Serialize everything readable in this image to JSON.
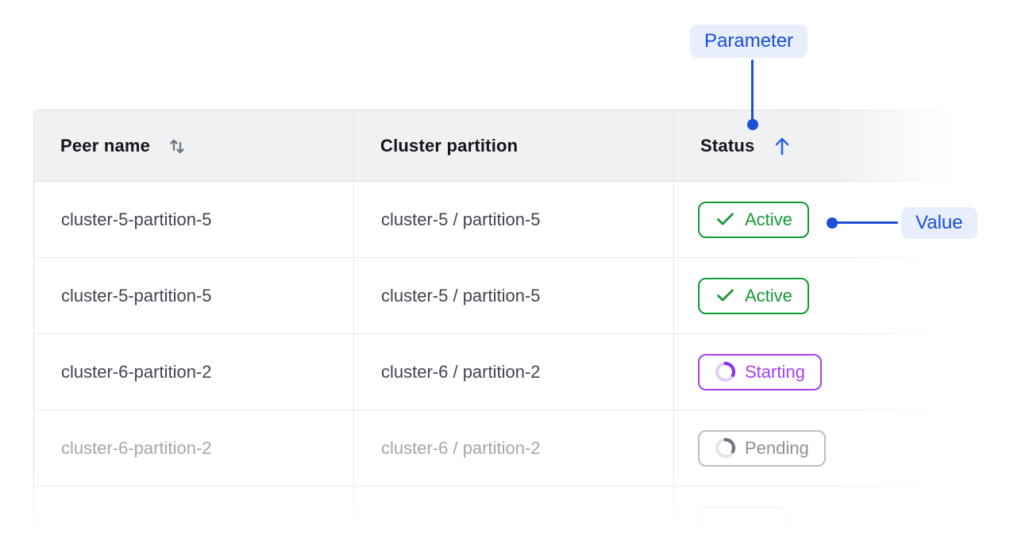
{
  "annotations": {
    "parameter_label": "Parameter",
    "value_label": "Value",
    "accent_color": "#1b4fd8",
    "pill_background": "#e8eefb"
  },
  "table": {
    "columns": [
      {
        "label": "Peer name",
        "sort_icon": "sort-vertical-icon",
        "sort_state": "sortable"
      },
      {
        "label": "Cluster partition",
        "sort_icon": null,
        "sort_state": "none"
      },
      {
        "label": "Status",
        "sort_icon": "arrow-up-icon",
        "sort_state": "ascending"
      }
    ],
    "rows": [
      {
        "peer": "cluster-5-partition-5",
        "partition": "cluster-5 / partition-5",
        "status": "Active",
        "kind": "active",
        "status_icon": "check-icon",
        "faded": false
      },
      {
        "peer": "cluster-5-partition-5",
        "partition": "cluster-5 / partition-5",
        "status": "Active",
        "kind": "active",
        "status_icon": "check-icon",
        "faded": false
      },
      {
        "peer": "cluster-6-partition-2",
        "partition": "cluster-6 / partition-2",
        "status": "Starting",
        "kind": "starting",
        "status_icon": "spinner-icon",
        "faded": false
      },
      {
        "peer": "cluster-6-partition-2",
        "partition": "cluster-6 / partition-2",
        "status": "Pending",
        "kind": "pending",
        "status_icon": "spinner-icon",
        "faded": true
      },
      {
        "peer": "",
        "partition": "",
        "status": "",
        "kind": "ghost",
        "status_icon": null,
        "faded": true
      }
    ],
    "status_colors": {
      "active": "#149a35",
      "starting": "#a63ff2",
      "starting_spinner_track": "#e2d0fb",
      "starting_spinner_arc": "#8d32f0",
      "pending_text": "#8a919b",
      "pending_border": "#babec5",
      "pending_spinner_track": "#e5e6e9",
      "pending_spinner_arc": "#70757e"
    },
    "header_background": "#f0f1f3",
    "sort_arrow_color": "#2e63e7"
  }
}
